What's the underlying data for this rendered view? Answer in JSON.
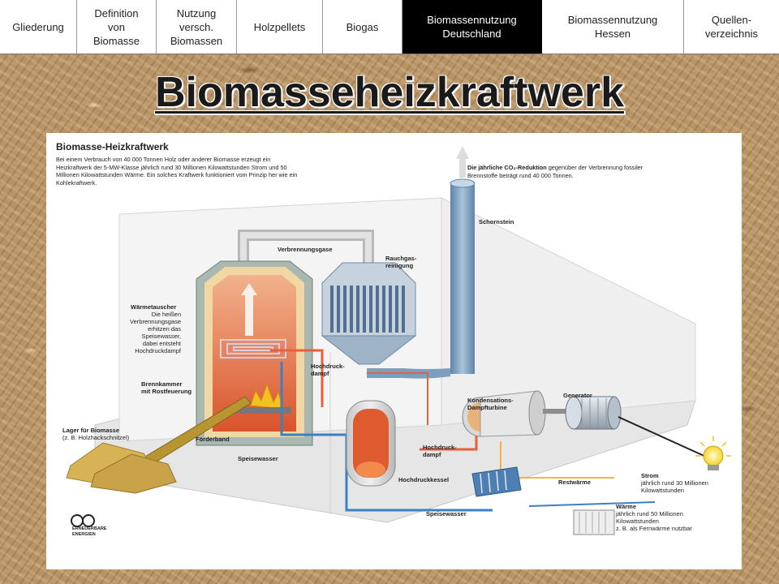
{
  "nav": {
    "tabs": [
      {
        "label": "Gliederung",
        "active": false
      },
      {
        "label": "Definition\nvon\nBiomasse",
        "active": false
      },
      {
        "label": "Nutzung\nversch.\nBiomassen",
        "active": false
      },
      {
        "label": "Holzpellets",
        "active": false
      },
      {
        "label": "Biogas",
        "active": false
      },
      {
        "label": "Biomassennutzung\nDeutschland",
        "active": true
      },
      {
        "label": "Biomassennutzung\nHessen",
        "active": false
      },
      {
        "label": "Quellen-\nverzeichnis",
        "active": false
      }
    ]
  },
  "slide": {
    "title": "Biomasseheizkraftwerk"
  },
  "figure": {
    "title": "Biomasse-Heizkraftwerk",
    "intro": "Bei einem Verbrauch von 40 000 Tonnen Holz oder anderer Biomasse erzeugt ein Heizkraftwerk der 5-MW-Klasse jährlich rund 30 Millionen Kilowattstunden Strom und 50 Millionen Kilowattstunden Wärme. Ein solches Kraftwerk funktioniert vom Prinzip her wie ein Kohlekraftwerk.",
    "co2_bold": "Die jährliche CO₂-Reduktion",
    "co2_text": " gegenüber der Verbrennung fossiler Brennstoffe beträgt rund 40 000 Tonnen.",
    "labels": {
      "schornstein": "Schornstein",
      "verbrennungsgase": "Verbrennungsgase",
      "rauchgas1": "Rauchgas-",
      "rauchgas2": "reinigung",
      "waermetauscher": "Wärmetauscher",
      "waermetauscher_text": [
        "Die heißen",
        "Verbrennungsgase",
        "erhitzen das",
        "Speisewasser,",
        "dabei entsteht",
        "Hochdruckdampf"
      ],
      "hochdruckdampf1a": "Hochdruck-",
      "hochdruckdampf1b": "dampf",
      "brennkammer1": "Brennkammer",
      "brennkammer2": "mit Rostfeuerung",
      "lager1": "Lager für Biomasse",
      "lager2": "(z. B. Holzhackschnitzel)",
      "foerderband": "Förderband",
      "speisewasser1": "Speisewasser",
      "speisewasser2": "Speisewasser",
      "kondensation1": "Kondensations-",
      "kondensation2": "Dampfturbine",
      "generator": "Generator",
      "hochdruckdampf2a": "Hochdruck-",
      "hochdruckdampf2b": "dampf",
      "hochdruckkessel": "Hochdruckkessel",
      "restwaerme": "Restwärme",
      "strom_title": "Strom",
      "strom_text": [
        "jährlich rund 30 Millionen",
        "Kilowattstunden"
      ],
      "waerme_title": "Wärme",
      "waerme_text": [
        "jährlich rund 50 Millionen",
        "Kilowattstunden",
        "z. B. als Fernwärme nutzbar"
      ],
      "logo": "ERNEUERBARE ENERGIEN"
    }
  },
  "colors": {
    "active_tab": "#000000",
    "chimney": "#7d9fbf",
    "hot_pipe": "#e8603a",
    "cold_pipe": "#3b7fc4",
    "furnace_glow": "#e07a4c",
    "fuel": "#c9a24a"
  }
}
